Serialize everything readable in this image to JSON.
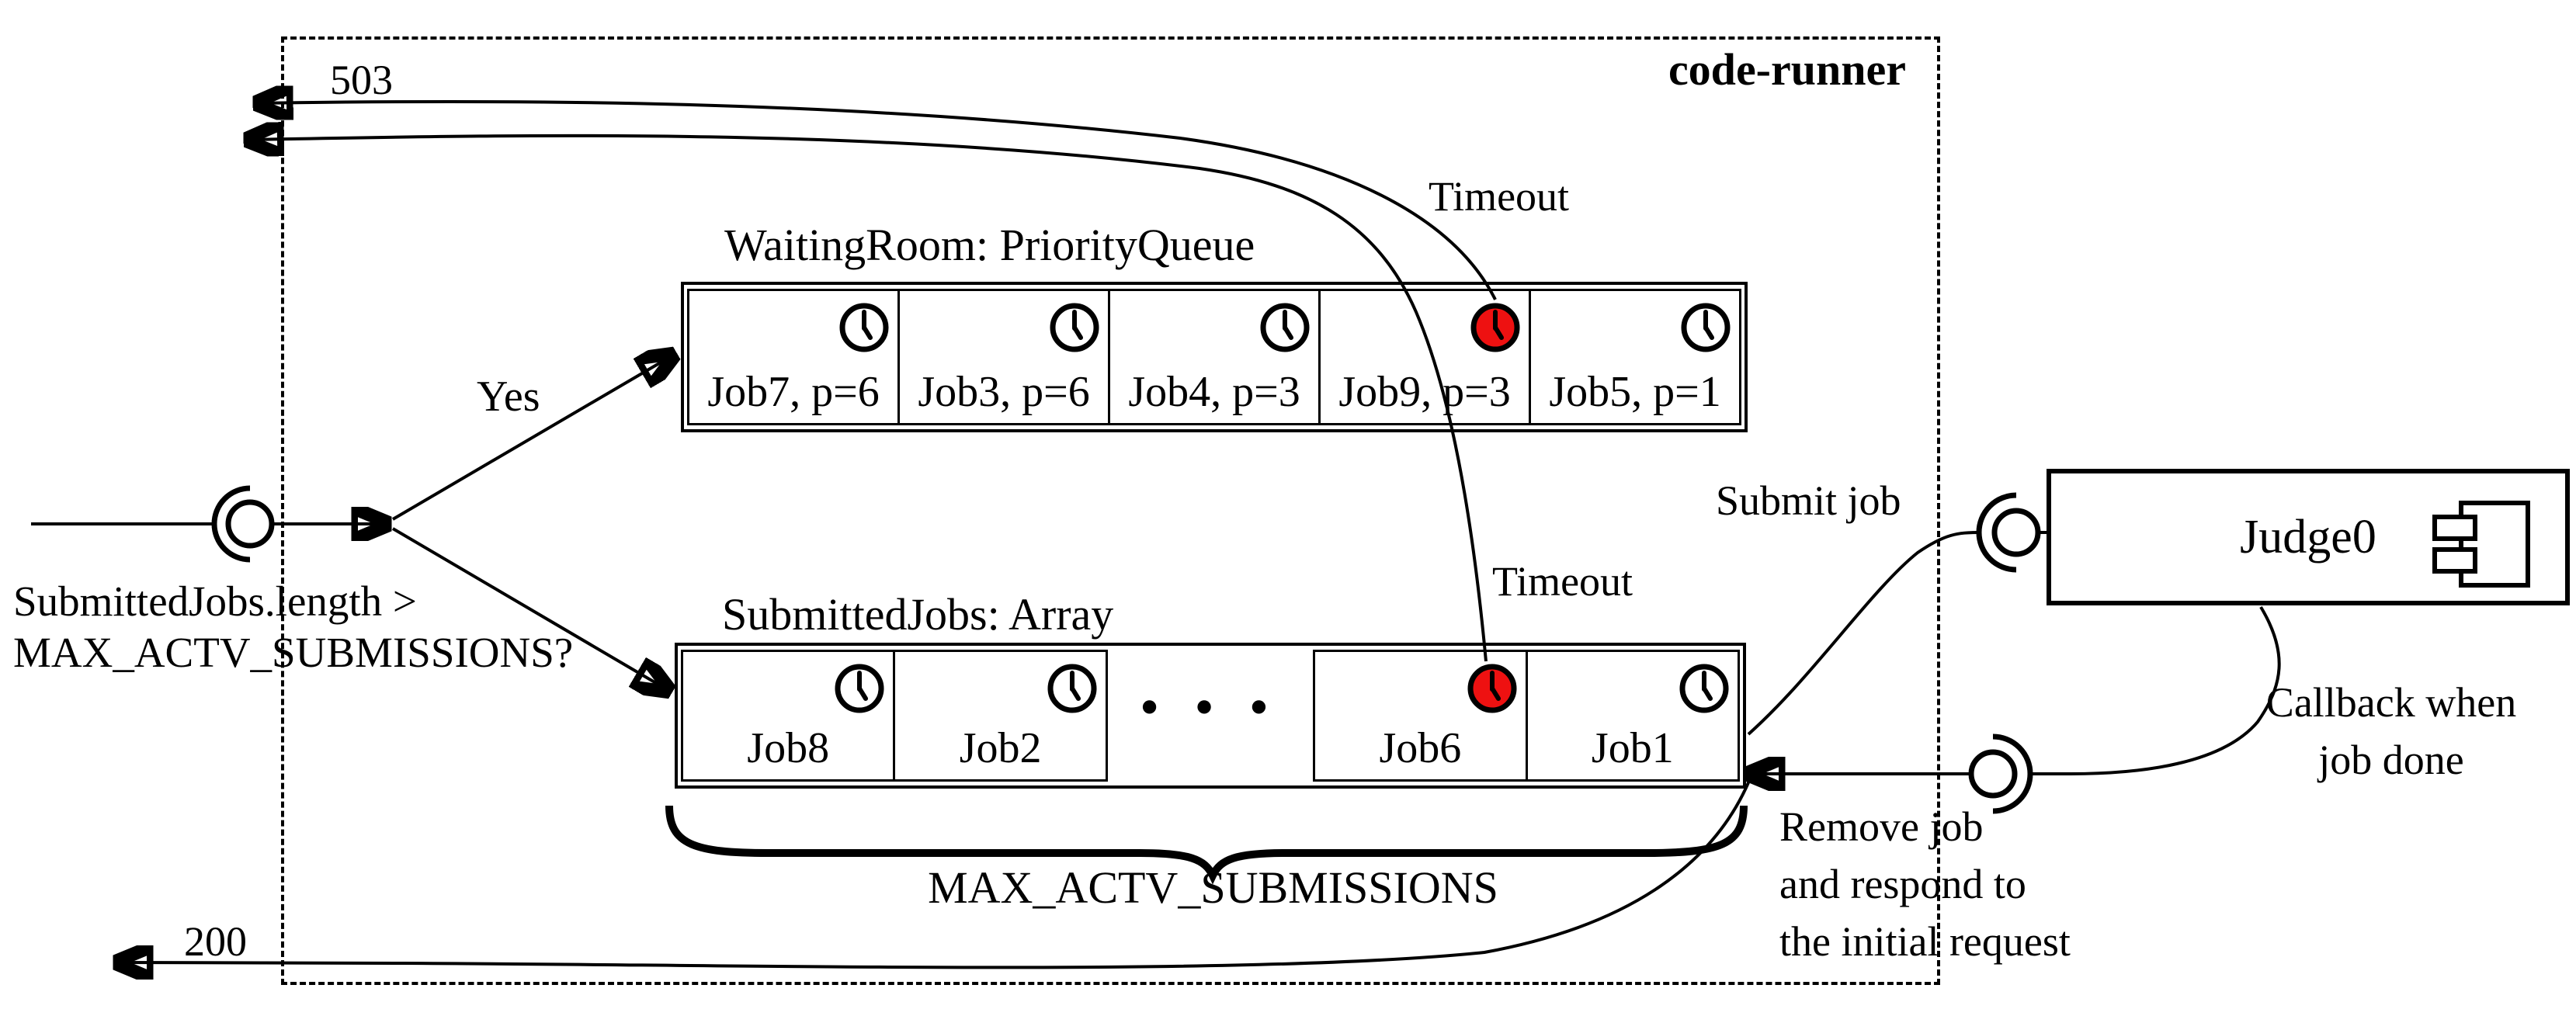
{
  "diagram": {
    "boundary_label": "code-runner",
    "response_503": "503",
    "response_200": "200",
    "timeout_top": "Timeout",
    "timeout_bottom": "Timeout",
    "yes_label": "Yes",
    "decision": {
      "line1": "SubmittedJobs.length >",
      "line2": "MAX_ACTV_SUBMISSIONS?"
    },
    "waiting_room": {
      "title": "WaitingRoom: PriorityQueue",
      "cells": [
        {
          "label": "Job7, p=6",
          "state": "normal"
        },
        {
          "label": "Job3, p=6",
          "state": "normal"
        },
        {
          "label": "Job4, p=3",
          "state": "normal"
        },
        {
          "label": "Job9, p=3",
          "state": "timeout"
        },
        {
          "label": "Job5, p=1",
          "state": "normal"
        }
      ]
    },
    "submitted_jobs": {
      "title": "SubmittedJobs: Array",
      "cells": [
        {
          "label": "Job8",
          "state": "normal"
        },
        {
          "label": "Job2",
          "state": "normal"
        },
        {
          "label": "• • •",
          "state": "ellipsis"
        },
        {
          "label": "Job6",
          "state": "timeout"
        },
        {
          "label": "Job1",
          "state": "normal"
        }
      ]
    },
    "brace_label": "MAX_ACTV_SUBMISSIONS",
    "submit_label": "Submit job",
    "judge0": {
      "title": "Judge0"
    },
    "callback": {
      "line1": "Callback when",
      "line2": "job done"
    },
    "remove": {
      "line1": "Remove job",
      "line2": "and respond to",
      "line3": "the initial request"
    },
    "colors": {
      "timeout_clock": "#ee1111",
      "line": "#000000",
      "background": "#ffffff"
    }
  }
}
